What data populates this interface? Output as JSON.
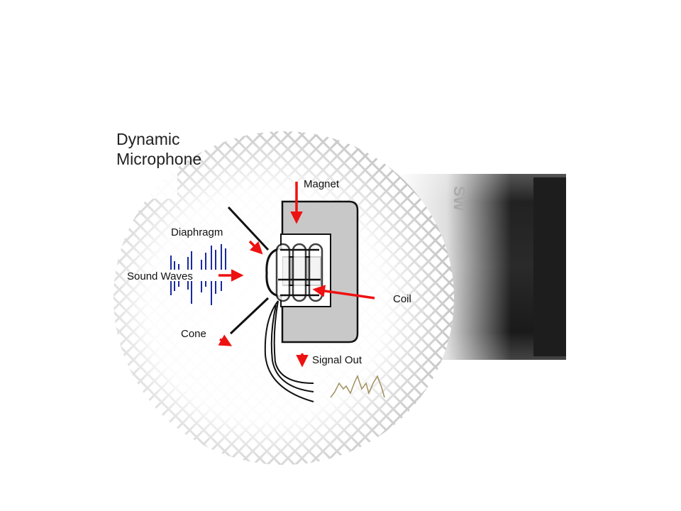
{
  "title": {
    "line1": "Dynamic",
    "line2": "Microphone"
  },
  "labels": {
    "magnet": "Magnet",
    "diaphragm": "Diaphragm",
    "sound_waves": "Sound Waves",
    "cone": "Cone",
    "coil": "Coil",
    "signal_out": "Signal Out"
  },
  "handle_brand": "SW",
  "colors": {
    "arrow": "#ee1111",
    "magnet_fill": "#c8c8c8",
    "sound_wave": "#1a2aa0",
    "signal_wave": "#a09060",
    "handle": "#333333",
    "mesh": "#cfcfcf"
  }
}
